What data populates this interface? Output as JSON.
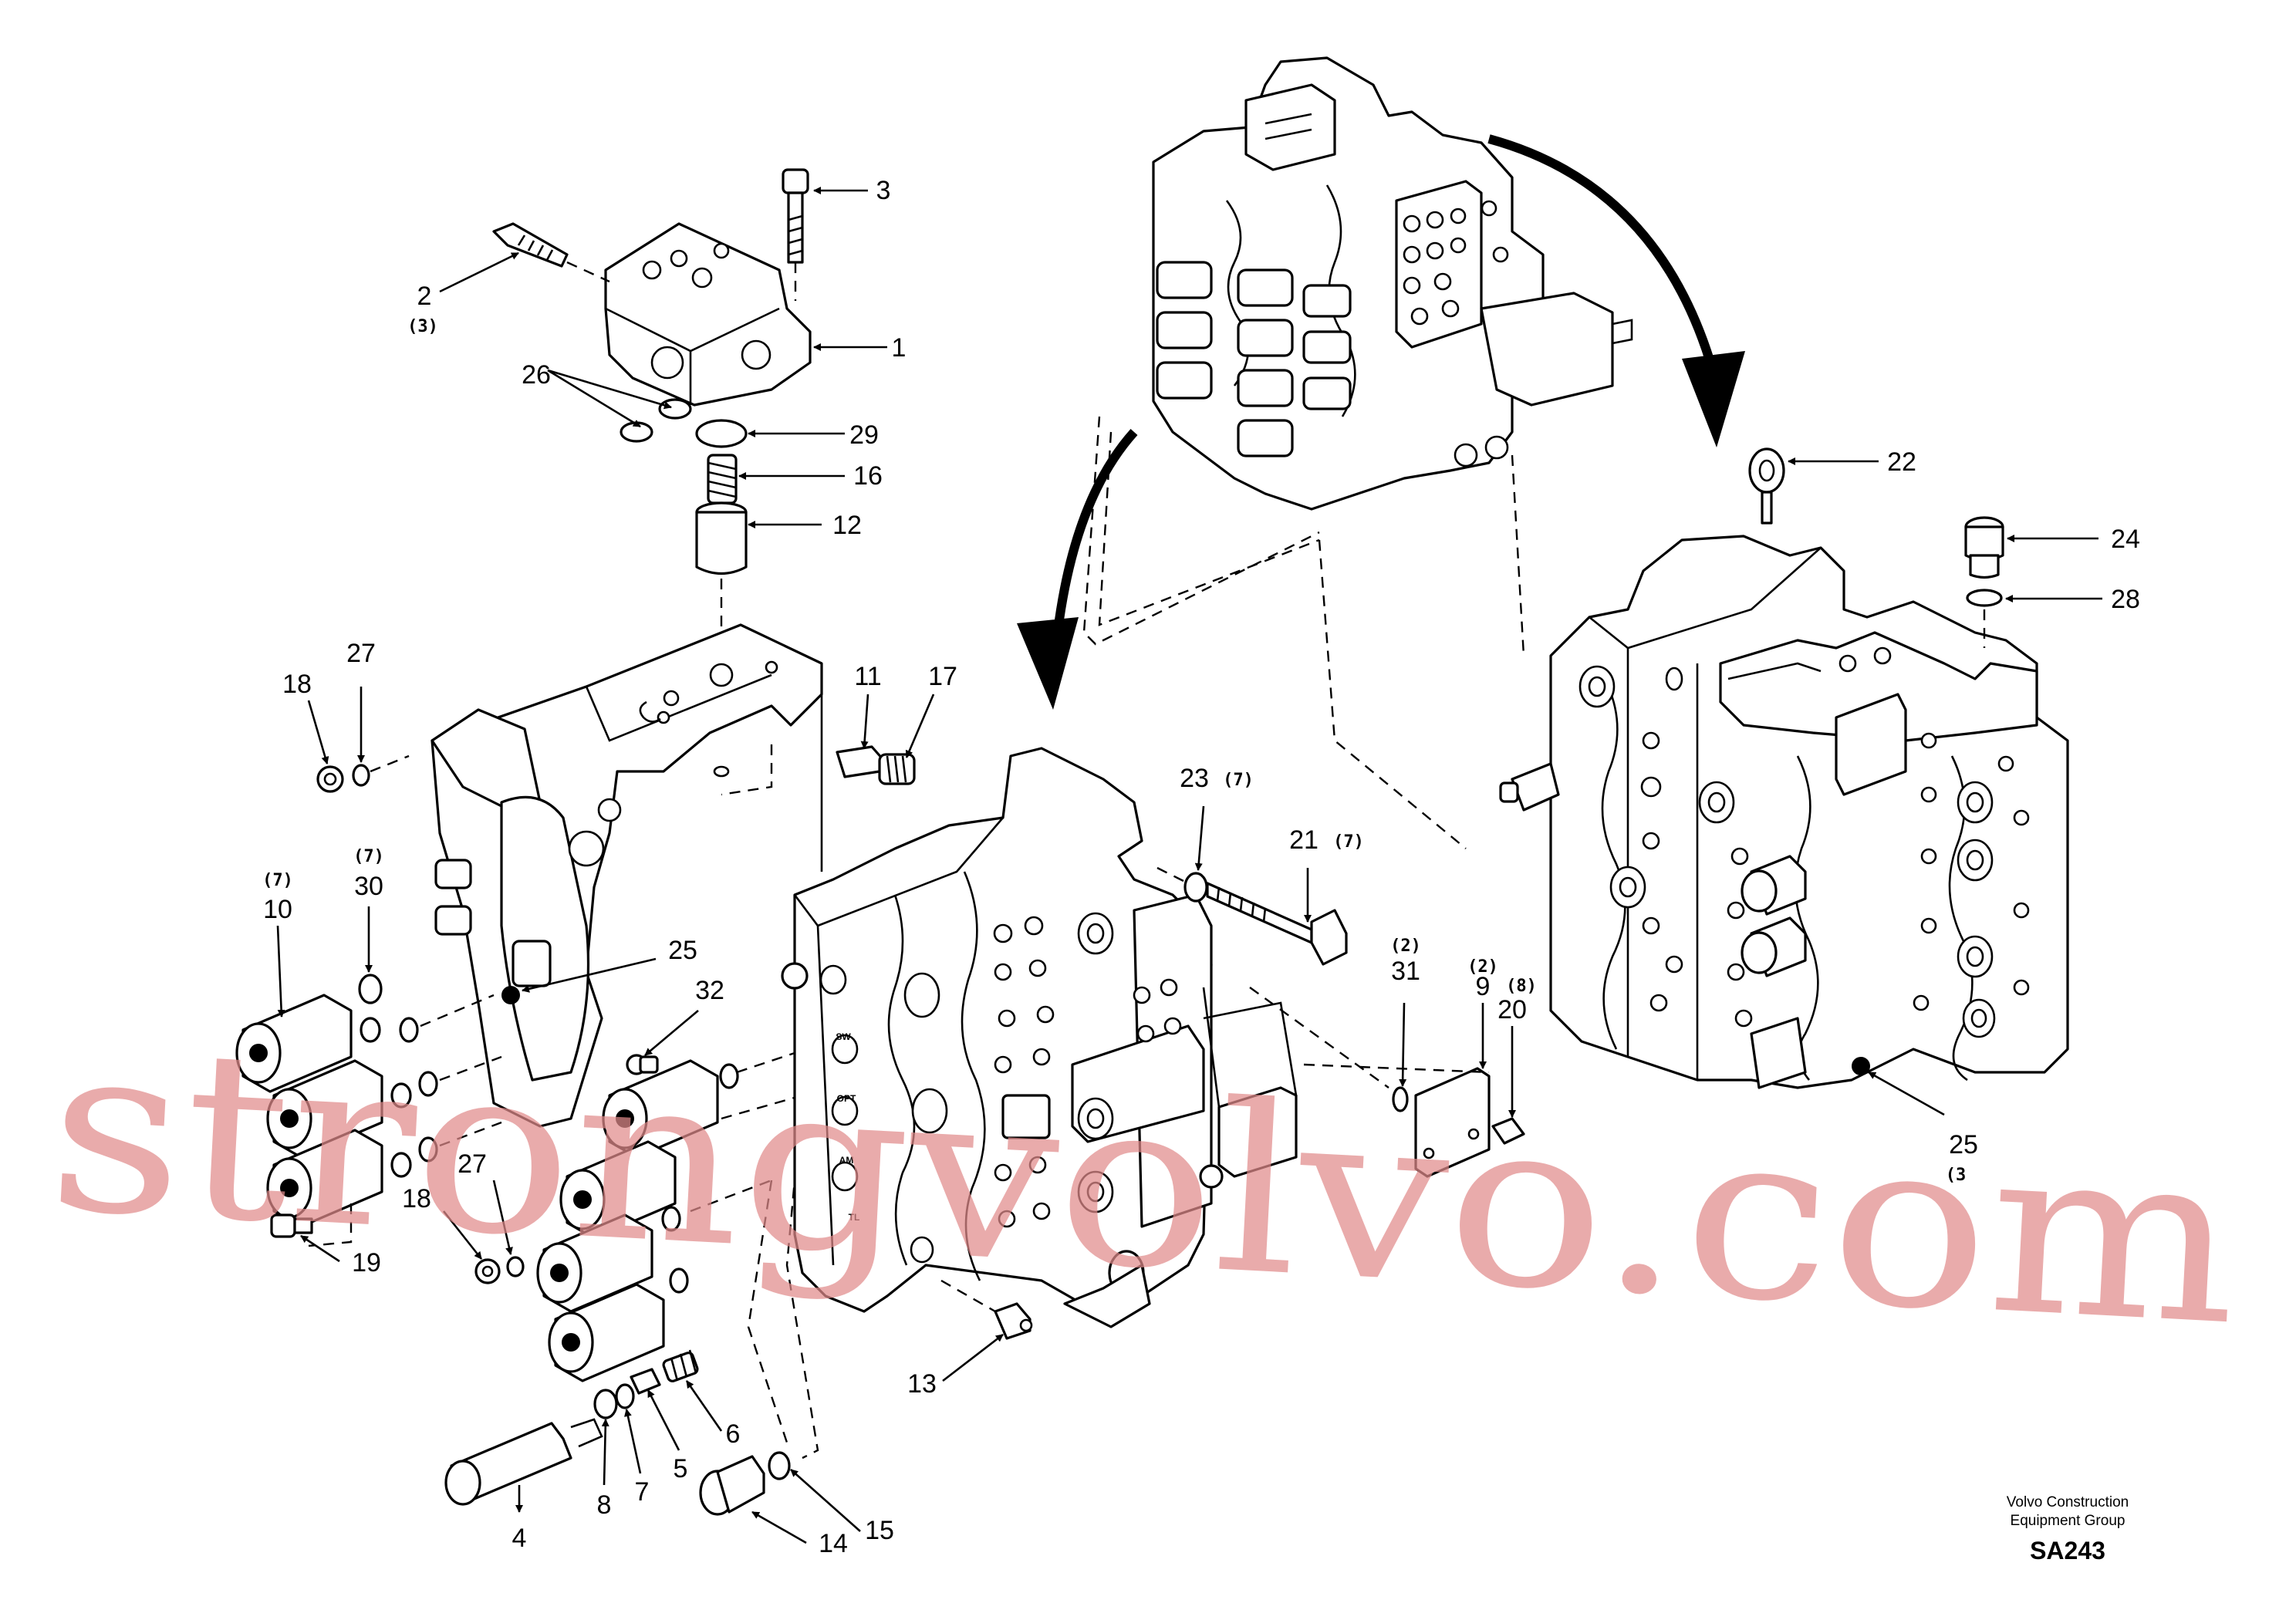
{
  "callouts": {
    "c1": "1",
    "c2": "2",
    "c3": "3",
    "c4": "4",
    "c5": "5",
    "c6": "6",
    "c7": "7",
    "c8": "8",
    "c9": "9",
    "c10": "10",
    "c11": "11",
    "c12": "12",
    "c13": "13",
    "c14": "14",
    "c15": "15",
    "c16": "16",
    "c17": "17",
    "c18a": "18",
    "c18b": "18",
    "c19": "19",
    "c20": "20",
    "c21": "21",
    "c22": "22",
    "c23": "23",
    "c24": "24",
    "c25a": "25",
    "c25b": "25",
    "c26": "26",
    "c27a": "27",
    "c27b": "27",
    "c28": "28",
    "c29": "29",
    "c30": "30",
    "c31": "31",
    "c32": "32"
  },
  "quantities": {
    "q2": "(3)",
    "q10": "(7)",
    "q30": "(7)",
    "q23": "(7)",
    "q21": "(7)",
    "q31": "(2)",
    "q9": "(2)",
    "q20": "(8)",
    "q25b": "(3"
  },
  "port_marks": {
    "sw": "SW",
    "opt": "OPT",
    "am": "AM",
    "tl": "TL"
  },
  "publisher": {
    "line1": "Volvo Construction",
    "line2": "Equipment Group"
  },
  "drawing_code": "SA243",
  "watermark": "strongvolvo.com",
  "colors": {
    "line": "#000000",
    "watermark": "#e08a8a",
    "background": "#ffffff"
  }
}
